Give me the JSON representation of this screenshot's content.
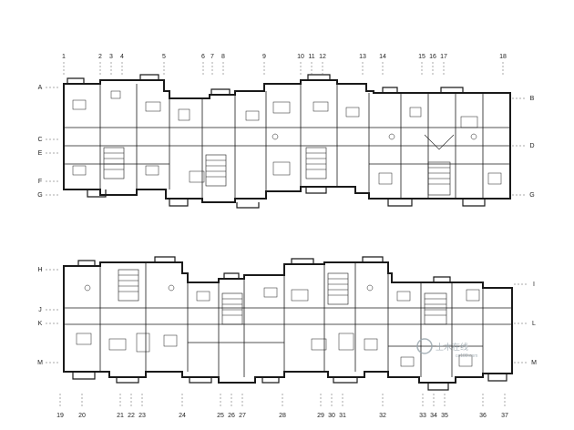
{
  "top_plan": {
    "column_labels": [
      "1",
      "2",
      "3",
      "4",
      "5",
      "6",
      "7",
      "8",
      "9",
      "10",
      "11",
      "12",
      "13",
      "14",
      "15",
      "16",
      "17",
      "18"
    ],
    "row_labels_left": [
      "A",
      "C",
      "E",
      "F",
      "G"
    ],
    "row_labels_right": [
      "B",
      "D",
      "G"
    ]
  },
  "bottom_plan": {
    "column_labels": [
      "19",
      "20",
      "21",
      "22",
      "23",
      "24",
      "25",
      "26",
      "27",
      "28",
      "29",
      "30",
      "31",
      "32",
      "33",
      "34",
      "35",
      "36",
      "37"
    ],
    "row_labels_left": [
      "H",
      "J",
      "K",
      "M"
    ],
    "row_labels_right": [
      "I",
      "L",
      "M"
    ]
  },
  "watermark": {
    "text": "土木在线",
    "subtext": "co188.com"
  },
  "colors": {
    "line": "#1a1a1a",
    "fill_gray": "#d9d9d9",
    "watermark": "#9aa6ad"
  }
}
